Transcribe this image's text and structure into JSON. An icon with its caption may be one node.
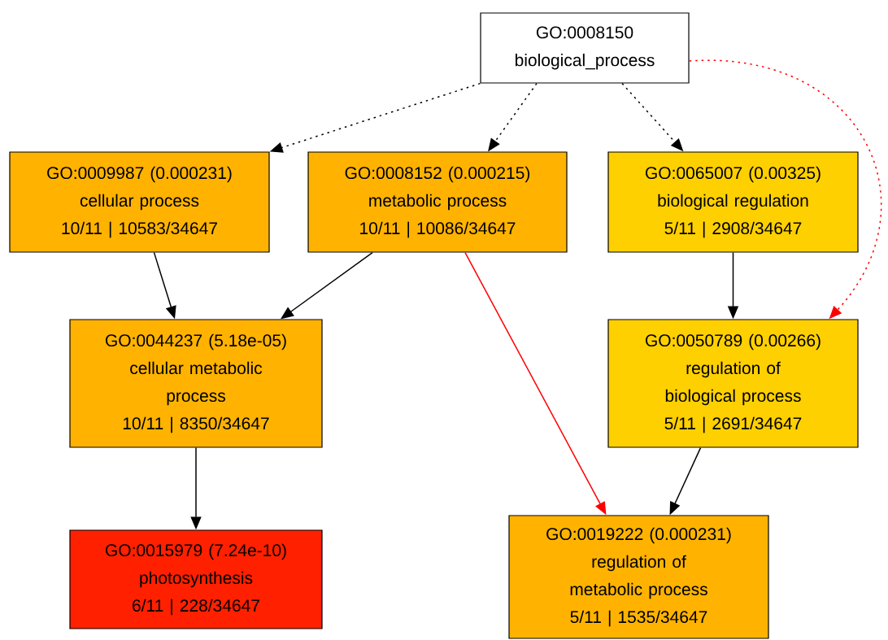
{
  "diagram": {
    "nodes": [
      {
        "text": [
          "GO:0008150",
          "biological_process"
        ]
      },
      {
        "text": [
          "GO:0009987 (0.000231)",
          "cellular process",
          "10/11 | 10583/34647"
        ]
      },
      {
        "text": [
          "GO:0008152 (0.000215)",
          "metabolic process",
          "10/11 | 10086/34647"
        ]
      },
      {
        "text": [
          "GO:0065007 (0.00325)",
          "biological regulation",
          "5/11 | 2908/34647"
        ]
      },
      {
        "text": [
          "GO:0044237 (5.18e-05)",
          "cellular metabolic process",
          "10/11 | 8350/34647"
        ]
      },
      {
        "text": [
          "GO:0050789 (0.00266)",
          "regulation of biological process",
          "5/11 | 2691/34647"
        ]
      },
      {
        "text": [
          "GO:0015979 (7.24e-10)",
          "photosynthesis",
          "6/11 | 228/34647"
        ]
      },
      {
        "text": [
          "GO:0019222 (0.000231)",
          "regulation of metabolic process",
          "5/11 | 1535/34647"
        ]
      }
    ],
    "edges": [
      {
        "from": 0,
        "to": 1,
        "arrow": "to",
        "style": "dashed"
      },
      {
        "from": 0,
        "to": 2,
        "arrow": "to",
        "style": "dashed"
      },
      {
        "from": 0,
        "to": 3,
        "arrow": "to",
        "style": "dashed"
      },
      {
        "from": 0,
        "to": 5,
        "arrow": "to",
        "style": "dashed",
        "color": "#ff0000"
      },
      {
        "from": 1,
        "to": 4,
        "arrow": "to"
      },
      {
        "from": 2,
        "to": 4,
        "arrow": "to"
      },
      {
        "from": 2,
        "to": 7,
        "arrow": "to",
        "color": "#ff0000"
      },
      {
        "from": 3,
        "to": 5,
        "arrow": "to"
      },
      {
        "from": 4,
        "to": 6,
        "arrow": "to"
      },
      {
        "from": 5,
        "to": 7,
        "arrow": "to"
      }
    ]
  }
}
